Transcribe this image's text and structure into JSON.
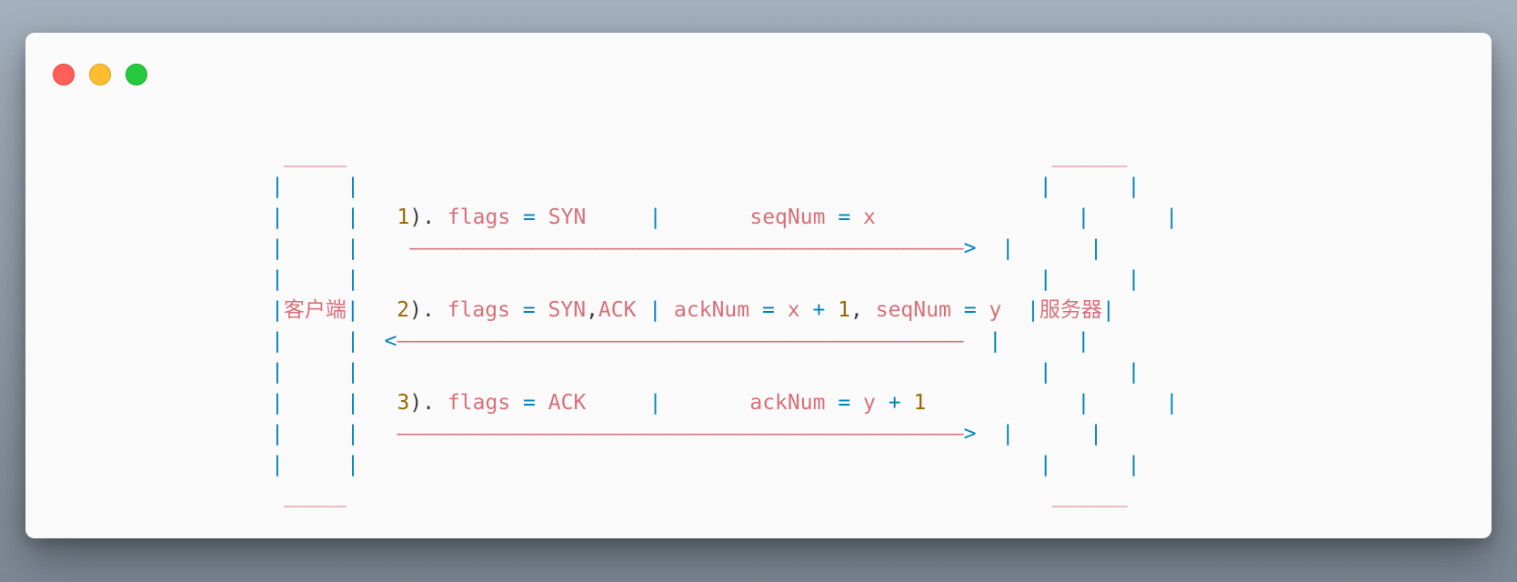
{
  "window": {
    "controls": [
      "close",
      "minimize",
      "maximize"
    ]
  },
  "colors": {
    "string": "#d7707a",
    "operator": "#0184bc",
    "number": "#986801",
    "punctuation": "#383a42",
    "background": "#fafafa"
  },
  "diagram": {
    "client_label": "客户端",
    "server_label": "服务器",
    "steps": [
      {
        "number": "1",
        "flags": "SYN",
        "fields": "seqNum = x"
      },
      {
        "number": "2",
        "flags": "SYN,ACK",
        "fields": "ackNum = x + 1, seqNum = y"
      },
      {
        "number": "3",
        "flags": "ACK",
        "fields": "ackNum = y + 1"
      }
    ]
  }
}
